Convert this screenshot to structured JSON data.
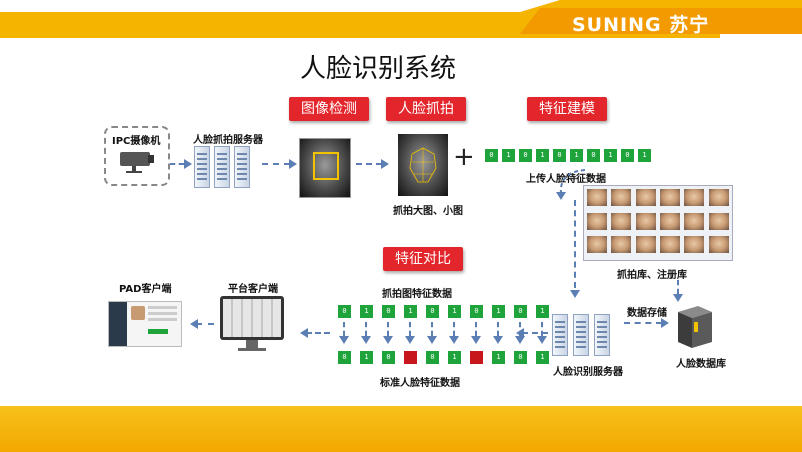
{
  "brand": {
    "name": "SUNING 苏宁"
  },
  "title": "人脸识别系统",
  "steps": {
    "detect": "图像检测",
    "capture": "人脸抓拍",
    "model": "特征建模",
    "compare": "特征对比"
  },
  "labels": {
    "camera": "IPC摄像机",
    "capture_server": "人脸抓拍服务器",
    "capture_images": "抓拍大图、小图",
    "upload_features": "上传人脸特征数据",
    "libraries": "抓拍库、注册库",
    "capture_features": "抓拍图特征数据",
    "standard_features": "标准人脸特征数据",
    "data_storage": "数据存储",
    "recognition_server": "人脸识别服务器",
    "face_db": "人脸数据库",
    "pad_client": "PAD客户端",
    "platform_client": "平台客户端",
    "plus": "+"
  },
  "bits": {
    "upload": [
      "0",
      "1",
      "0",
      "1",
      "0",
      "1",
      "0",
      "1",
      "0",
      "1"
    ],
    "capture": [
      "0",
      "1",
      "0",
      "1",
      "0",
      "1",
      "0",
      "1",
      "0",
      "1"
    ],
    "standard": [
      "0",
      "1",
      "0",
      "",
      "0",
      "1",
      "",
      "1",
      "0",
      "1"
    ],
    "standard_mismatch": [
      false,
      false,
      false,
      true,
      false,
      false,
      true,
      false,
      false,
      false
    ]
  },
  "colors": {
    "band": "#f4b400",
    "step_box": "#e3262b",
    "bit_green": "#1fa43b",
    "bit_red": "#c8171c",
    "arrow": "#5b7fb5"
  }
}
